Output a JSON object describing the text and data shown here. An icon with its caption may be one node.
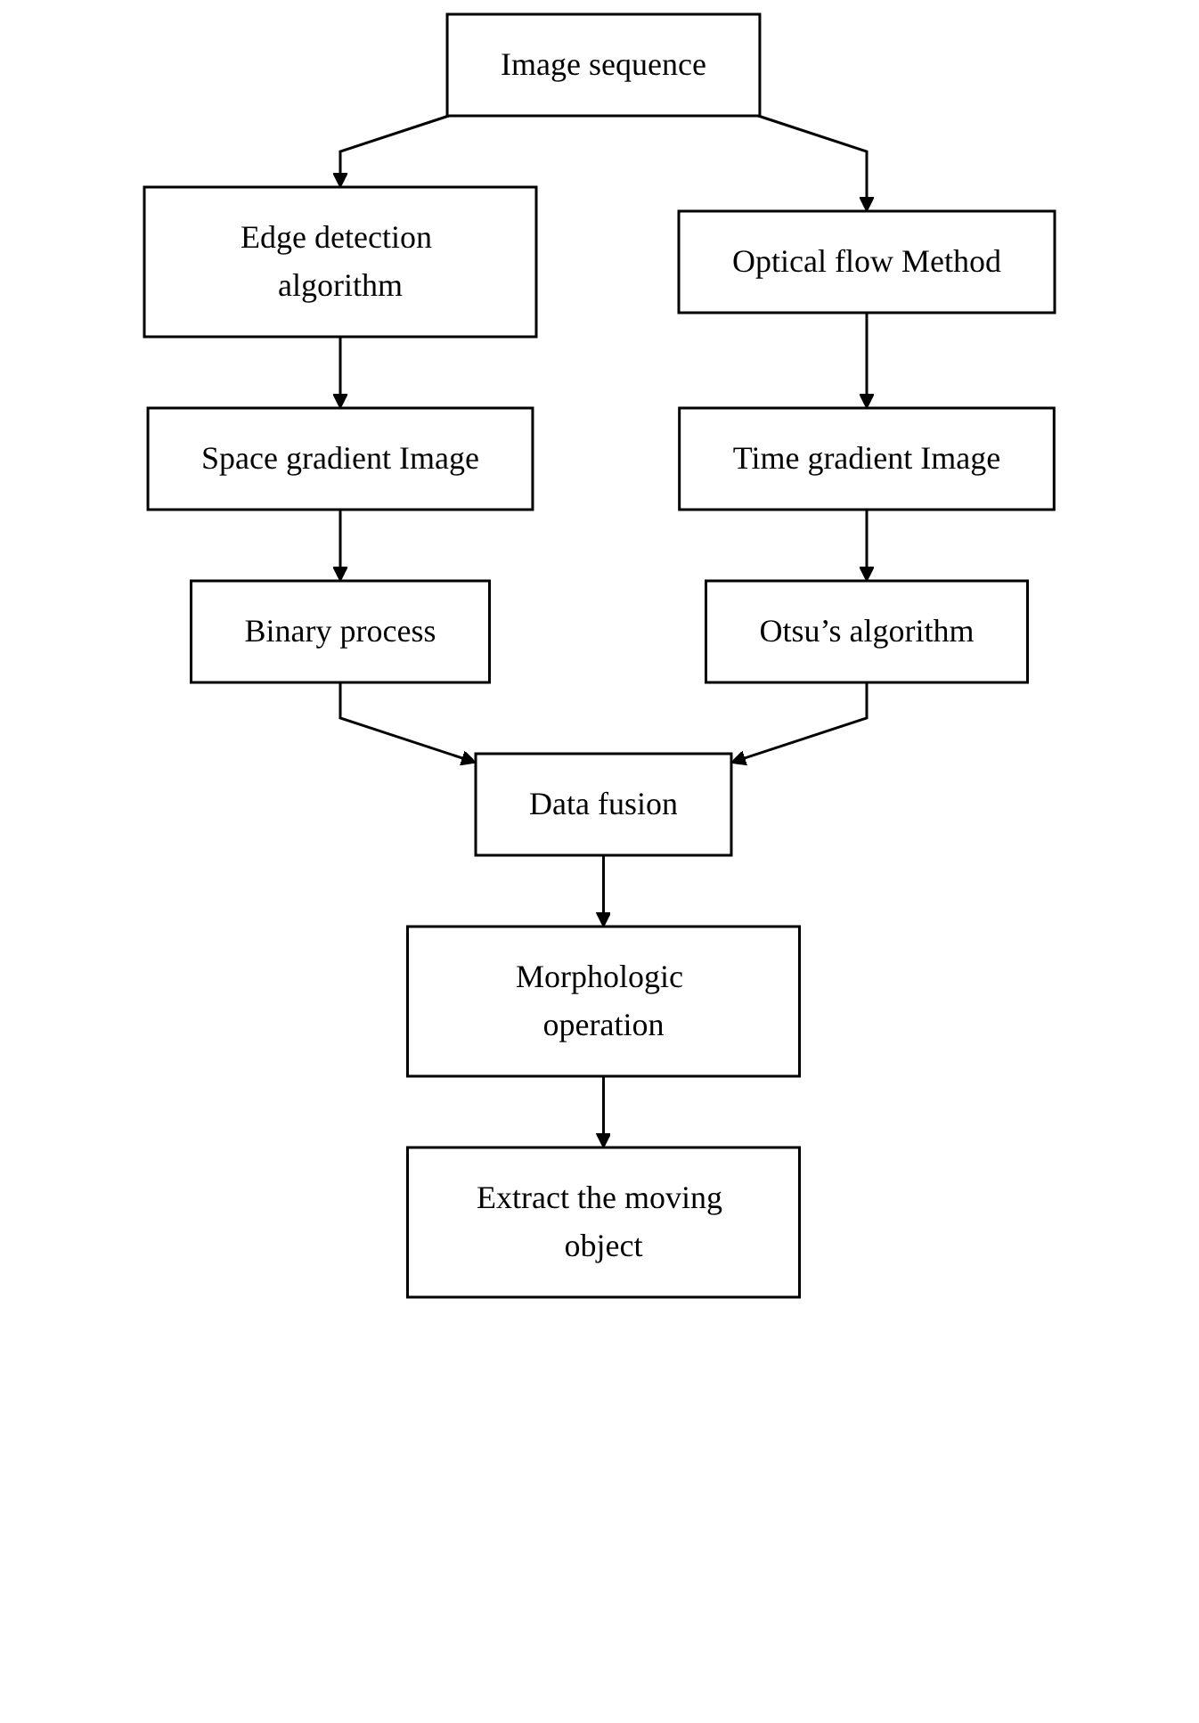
{
  "diagram": {
    "nodes": [
      {
        "text": [
          "Image sequence"
        ]
      },
      {
        "text": [
          "Edge detection algorithm"
        ]
      },
      {
        "text": [
          "Optical flow Method"
        ]
      },
      {
        "text": [
          "Space gradient Image"
        ]
      },
      {
        "text": [
          "Time gradient Image"
        ]
      },
      {
        "text": [
          "Binary process"
        ]
      },
      {
        "text": [
          "Otsu’s algorithm"
        ]
      },
      {
        "text": [
          "Data fusion"
        ]
      },
      {
        "text": [
          "Morphologic operation"
        ]
      },
      {
        "text": [
          "Extract the moving object"
        ]
      }
    ],
    "edges": [
      {
        "from": 0,
        "to": 1,
        "arrow": "to"
      },
      {
        "from": 0,
        "to": 2,
        "arrow": "to"
      },
      {
        "from": 1,
        "to": 3,
        "arrow": "to"
      },
      {
        "from": 2,
        "to": 4,
        "arrow": "to"
      },
      {
        "from": 3,
        "to": 5,
        "arrow": "to"
      },
      {
        "from": 4,
        "to": 6,
        "arrow": "to"
      },
      {
        "from": 5,
        "to": 7,
        "arrow": "to"
      },
      {
        "from": 6,
        "to": 7,
        "arrow": "to"
      },
      {
        "from": 7,
        "to": 8,
        "arrow": "to"
      },
      {
        "from": 8,
        "to": 9,
        "arrow": "to"
      }
    ]
  }
}
